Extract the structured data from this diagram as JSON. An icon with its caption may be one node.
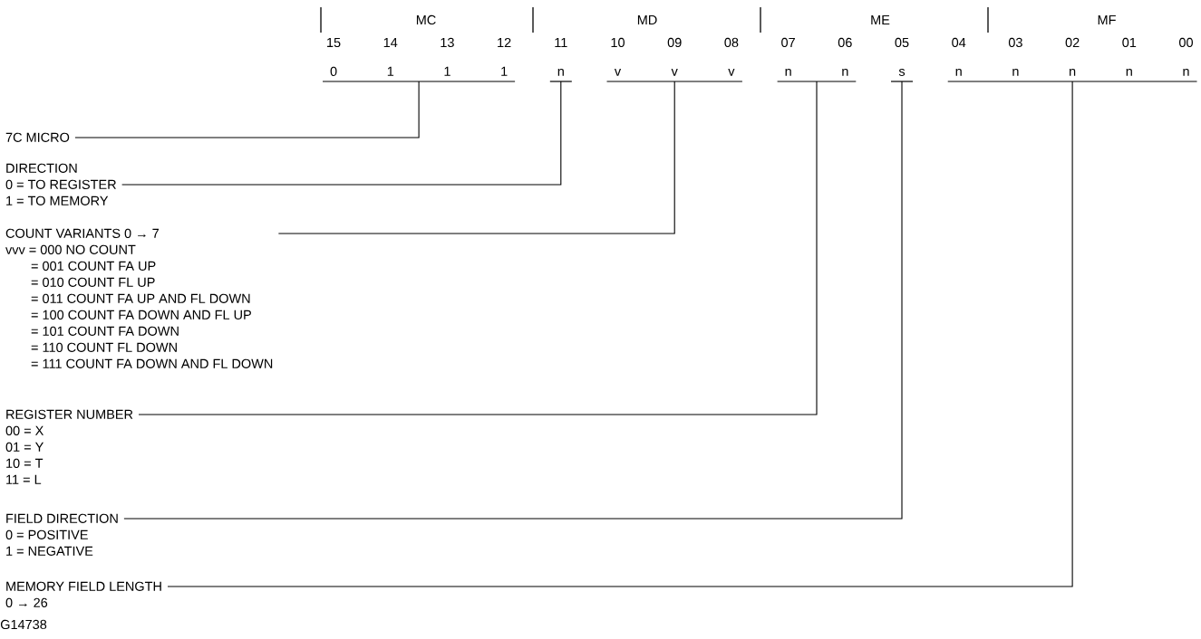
{
  "diagram": {
    "nodes": [
      {
        "text": [
          "7C MICRO"
        ]
      },
      {
        "text": [
          "DIRECTION",
          "0 = TO REGISTER",
          "1 = TO MEMORY"
        ]
      },
      {
        "text": [
          "COUNT VARIANTS 0 → 7",
          "vvv = 000 NO COUNT",
          "= 001 COUNT FA UP",
          "= 010 COUNT FL UP",
          "= 011 COUNT FA UP AND FL DOWN",
          "= 100 COUNT FA DOWN AND FL UP",
          "= 101 COUNT FA DOWN",
          "= 110 COUNT FL DOWN",
          "= 111 COUNT FA DOWN AND FL DOWN"
        ]
      },
      {
        "text": [
          "REGISTER NUMBER",
          "00 = X",
          "01 = Y",
          "10 = T",
          "11 = L"
        ]
      },
      {
        "text": [
          "FIELD DIRECTION",
          "0 = POSITIVE",
          "1 = NEGATIVE"
        ]
      },
      {
        "text": [
          "MEMORY FIELD LENGTH",
          "0 → 26"
        ]
      },
      {
        "text": [
          "0",
          "1",
          "1",
          "1"
        ]
      },
      {
        "text": [
          "n"
        ]
      },
      {
        "text": [
          "v",
          "v",
          "v"
        ]
      },
      {
        "text": [
          "n",
          "n"
        ]
      },
      {
        "text": [
          "s"
        ]
      },
      {
        "text": [
          "n",
          "n",
          "n",
          "n",
          "n"
        ]
      }
    ],
    "edges": [
      {
        "from": 0,
        "to": 6,
        "arrow": "none"
      },
      {
        "from": 1,
        "to": 7,
        "arrow": "none"
      },
      {
        "from": 2,
        "to": 8,
        "arrow": "none"
      },
      {
        "from": 3,
        "to": 9,
        "arrow": "none"
      },
      {
        "from": 4,
        "to": 10,
        "arrow": "none"
      },
      {
        "from": 5,
        "to": 11,
        "arrow": "none"
      }
    ],
    "labels": [
      "MC",
      "MD",
      "ME",
      "MF",
      "15",
      "14",
      "13",
      "12",
      "11",
      "10",
      "09",
      "08",
      "07",
      "06",
      "05",
      "04",
      "03",
      "02",
      "01",
      "00",
      "G14738"
    ]
  }
}
